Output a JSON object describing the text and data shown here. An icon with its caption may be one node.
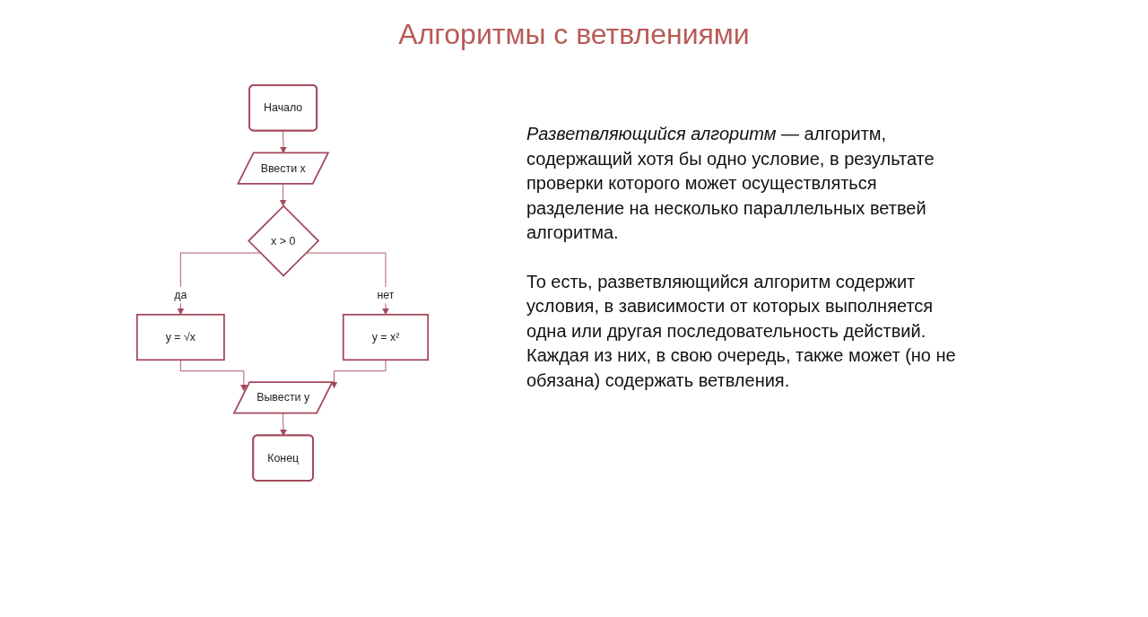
{
  "diagram": {
    "title": "Алгоритмы с ветвлениями",
    "nodes": [
      {
        "text": [
          "Начало"
        ]
      },
      {
        "text": [
          "Ввести x"
        ]
      },
      {
        "text": [
          "x > 0"
        ]
      },
      {
        "text": [
          "y = √x"
        ]
      },
      {
        "text": [
          "y = x²"
        ]
      },
      {
        "text": [
          "Вывести y"
        ]
      },
      {
        "text": [
          "Конец"
        ]
      }
    ],
    "edges": [
      {
        "from": 0,
        "to": 1,
        "arrow": "to"
      },
      {
        "from": 1,
        "to": 2,
        "arrow": "to"
      },
      {
        "from": 2,
        "to": 3,
        "label": "да",
        "arrow": "to"
      },
      {
        "from": 2,
        "to": 4,
        "label": "нет",
        "arrow": "to"
      },
      {
        "from": 3,
        "to": 5,
        "arrow": "to"
      },
      {
        "from": 4,
        "to": 5,
        "arrow": "to"
      },
      {
        "from": 5,
        "to": 6,
        "arrow": "to"
      }
    ],
    "labels": [
      "*Разветвляющийся алгоритм* — алгоритм, содержащий хотя бы одно условие, в результате проверки которого может осуществляться разделение на несколько параллельных ветвей алгоритма.",
      "То есть, разветвляющийся алгоритм содержит условия, в зависимости от которых выполняется одна или другая последовательность действий. Каждая из них, в свою очередь, также может (но не обязана) содержать ветвления."
    ]
  }
}
